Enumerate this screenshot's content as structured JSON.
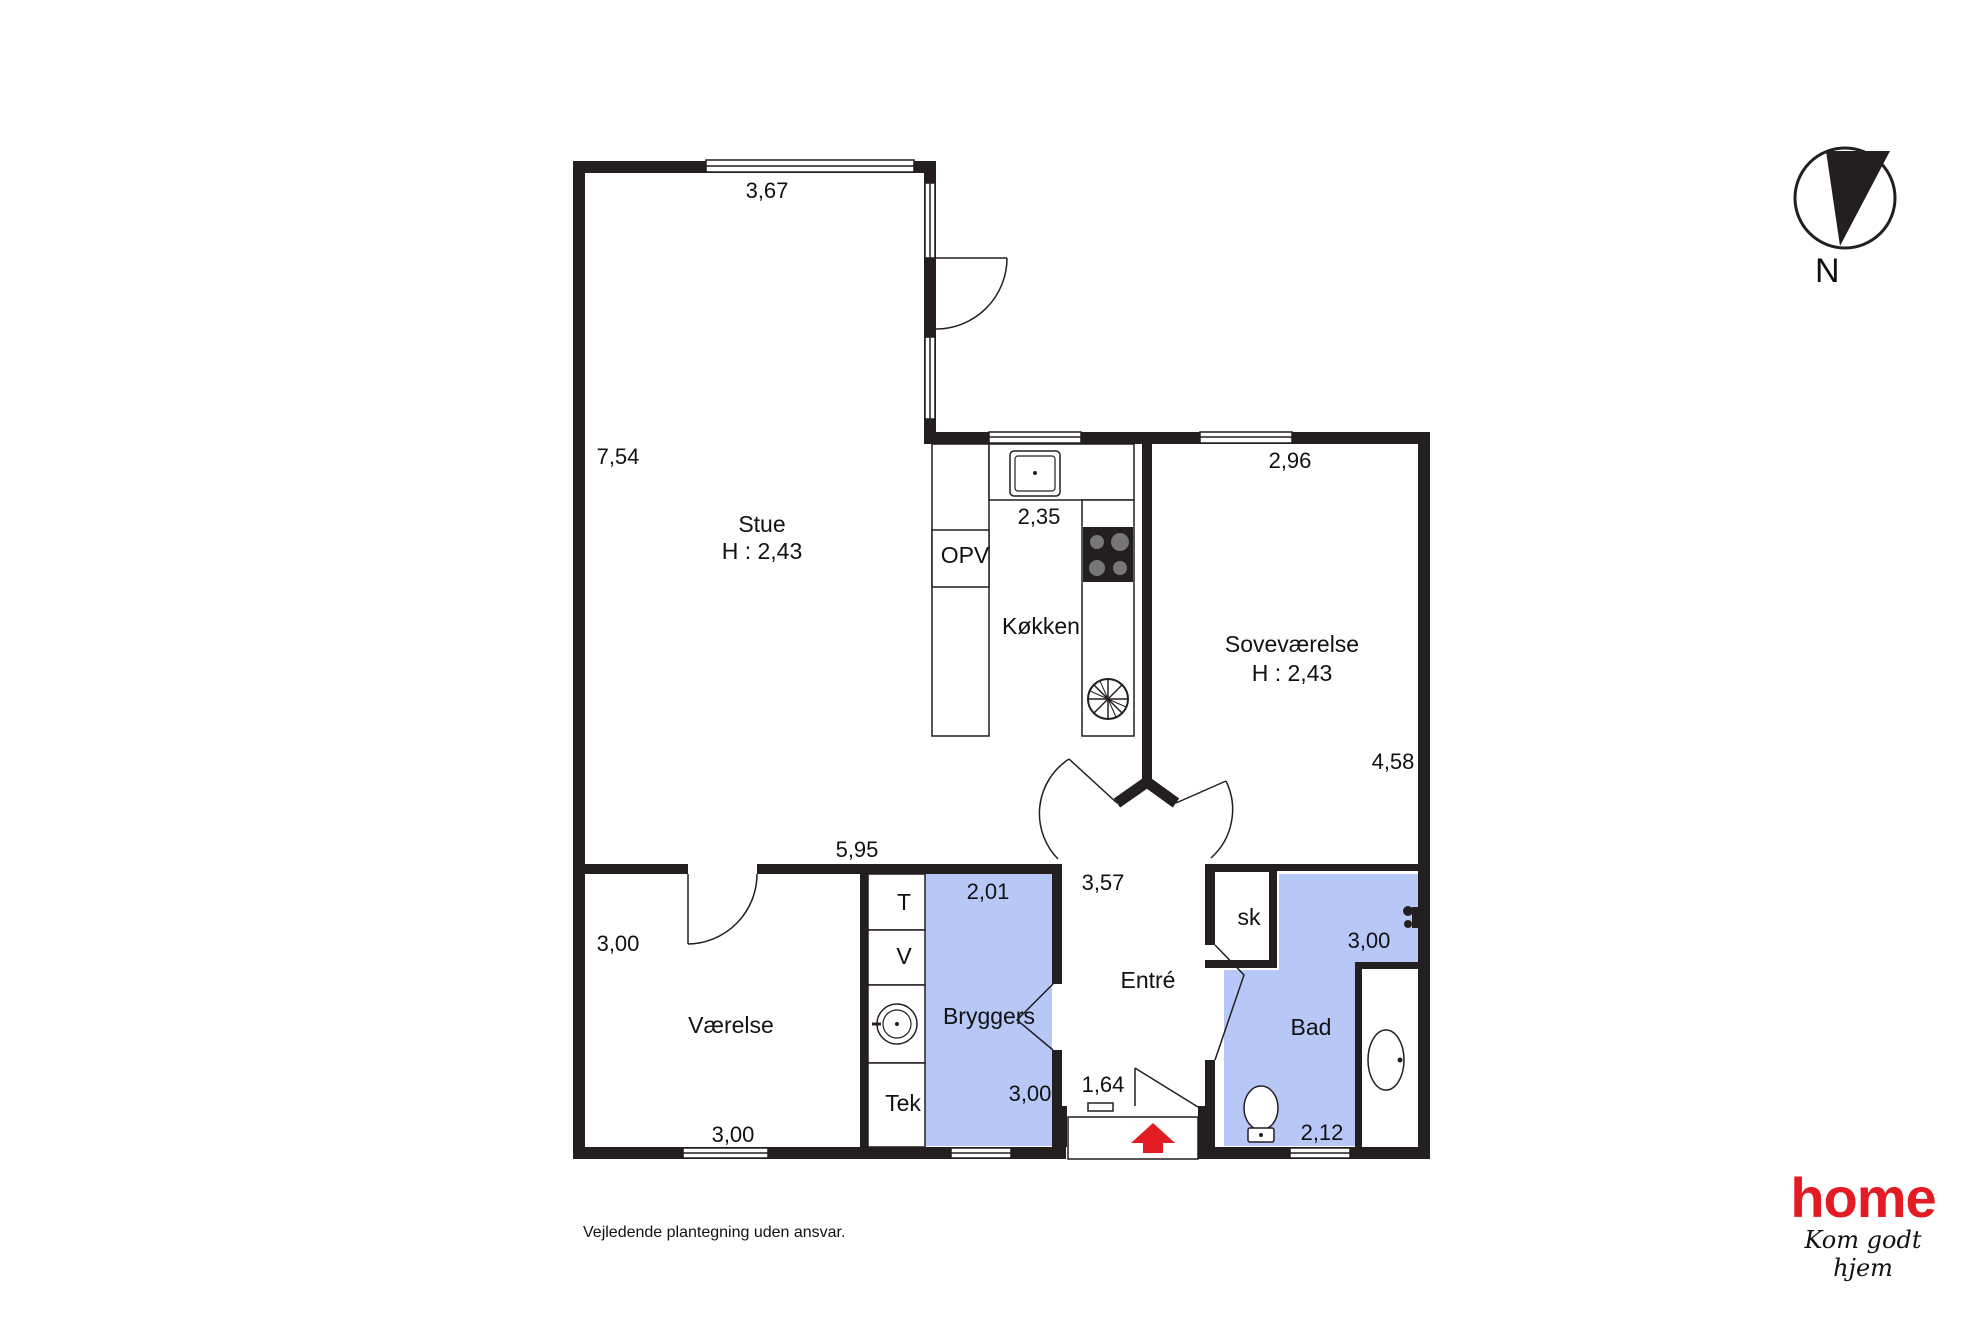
{
  "rooms": {
    "stue": {
      "name": "Stue",
      "height": "H : 2,43"
    },
    "kokken": {
      "name": "Køkken",
      "opv": "OPV"
    },
    "sovevaerelse": {
      "name": "Soveværelse",
      "height": "H : 2,43"
    },
    "vaerelse": {
      "name": "Værelse"
    },
    "bryggers": {
      "name": "Bryggers"
    },
    "entre": {
      "name": "Entré"
    },
    "bad": {
      "name": "Bad"
    },
    "skab": {
      "name": "sk"
    },
    "tekniskrum": {
      "name": "Tek"
    },
    "tumbler": {
      "name": "T"
    },
    "vaskemaskine": {
      "name": "V"
    }
  },
  "dimensions": {
    "stue_top": "3,67",
    "stue_left": "7,54",
    "stue_bottom": "5,95",
    "kokken": "2,35",
    "sove_top": "2,96",
    "sove_right": "4,58",
    "vaerelse_left": "3,00",
    "vaerelse_bottom": "3,00",
    "bryggers_top": "2,01",
    "bryggers_bottom": "3,00",
    "entre_top": "3,57",
    "entre_bottom": "1,64",
    "bad_top": "3,00",
    "bad_bottom": "2,12"
  },
  "compass": {
    "label": "N"
  },
  "disclaimer": "Vejledende plantegning uden ansvar.",
  "brand": {
    "name": "home",
    "tagline": "Kom godt hjem"
  },
  "colors": {
    "wall": "#231f20",
    "wet_room": "#b8c8f6",
    "entry_arrow": "#e31b23",
    "brand": "#e31b23"
  }
}
